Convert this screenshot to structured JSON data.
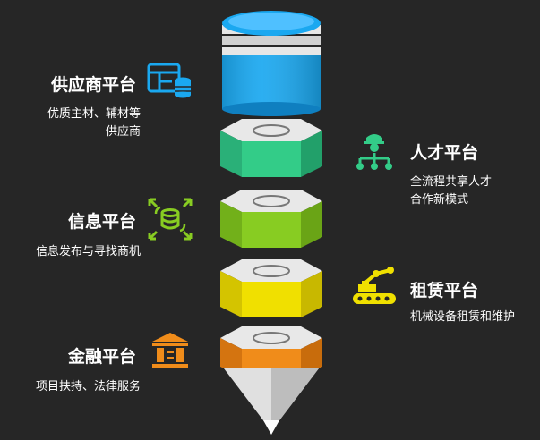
{
  "platforms": [
    {
      "title": "供应商平台",
      "desc_line1": "优质主材、辅材等",
      "desc_line2": "供应商",
      "color": "#1aa8f0",
      "icon": "supplier-table-db-icon"
    },
    {
      "title": "人才平台",
      "desc_line1": "全流程共享人才",
      "desc_line2": "合作新模式",
      "color": "#33cc88",
      "icon": "talent-hierarchy-icon"
    },
    {
      "title": "信息平台",
      "desc_line1": "信息发布与寻找商机",
      "desc_line2": "",
      "color": "#88cc22",
      "icon": "info-database-arrows-icon"
    },
    {
      "title": "租赁平台",
      "desc_line1": "机械设备租赁和维护",
      "desc_line2": "",
      "color": "#f0e000",
      "icon": "robot-arm-conveyor-icon"
    },
    {
      "title": "金融平台",
      "desc_line1": "项目扶持、法律服务",
      "desc_line2": "",
      "color": "#f08c1a",
      "icon": "bank-building-icon"
    }
  ]
}
